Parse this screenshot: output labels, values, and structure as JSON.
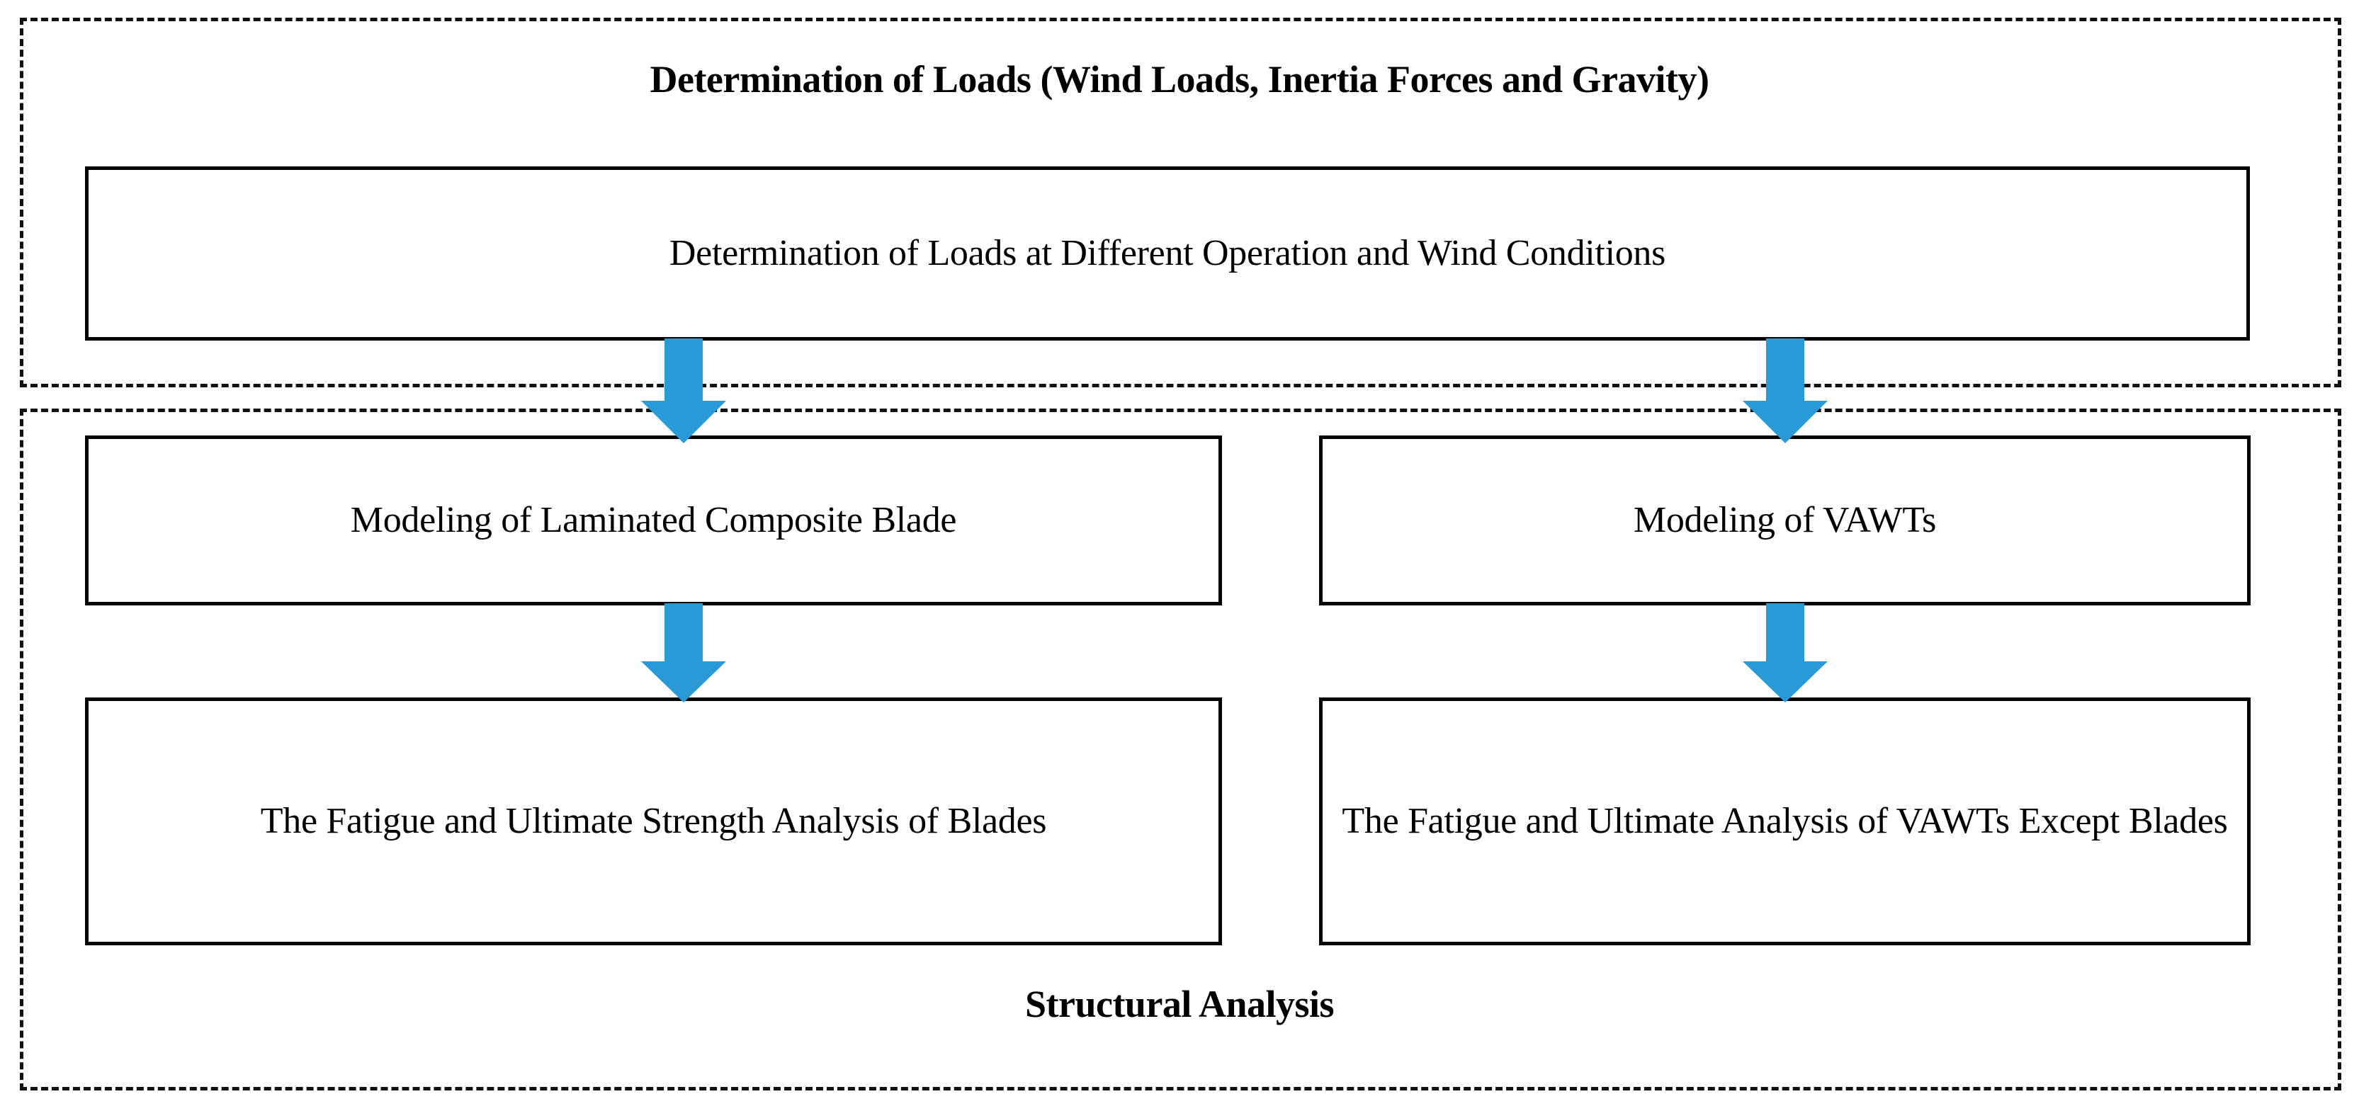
{
  "diagram": {
    "type": "flowchart",
    "groups": [
      {
        "id": "loads",
        "title": "Determination of Loads (Wind Loads, Inertia Forces and Gravity)",
        "title_position": "top",
        "border_style": "dashed",
        "boxes": [
          {
            "id": "loads-conditions",
            "text": "Determination of Loads at Different Operation and Wind Conditions"
          }
        ]
      },
      {
        "id": "structural",
        "title": "Structural Analysis",
        "title_position": "bottom",
        "border_style": "dashed",
        "boxes": [
          {
            "id": "model-blade",
            "text": "Modeling of Laminated Composite Blade"
          },
          {
            "id": "model-vawt",
            "text": "Modeling of VAWTs"
          },
          {
            "id": "fatigue-blades",
            "text": "The Fatigue and Ultimate Strength Analysis of Blades"
          },
          {
            "id": "fatigue-vawt",
            "text": "The Fatigue and Ultimate Analysis of VAWTs Except Blades"
          }
        ]
      }
    ],
    "arrows": [
      {
        "id": "loads-to-blade",
        "from": "loads-conditions",
        "to": "model-blade",
        "direction": "down",
        "color": "#2A9AD6"
      },
      {
        "id": "loads-to-vawt",
        "from": "loads-conditions",
        "to": "model-vawt",
        "direction": "down",
        "color": "#2A9AD6"
      },
      {
        "id": "blade-to-fatigue",
        "from": "model-blade",
        "to": "fatigue-blades",
        "direction": "down",
        "color": "#2A9AD6"
      },
      {
        "id": "vawt-to-fatigue",
        "from": "model-vawt",
        "to": "fatigue-vawt",
        "direction": "down",
        "color": "#2A9AD6"
      }
    ],
    "colors": {
      "arrow": "#2A9AD6",
      "box_border": "#000000",
      "group_border": "#111111",
      "text": "#000000",
      "background": "#ffffff"
    }
  }
}
